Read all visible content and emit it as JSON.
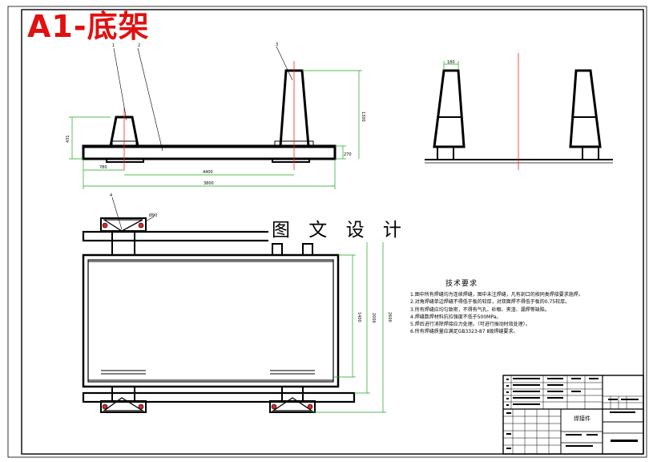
{
  "title": "A1-底架",
  "watermark": "图 文 设 计",
  "tech_requirements": {
    "heading": "技术要求",
    "items": [
      "1.图中所有焊缝均为连续焊缝，图中未注焊缝，凡有剖口的按同类焊接要求施焊。",
      "2.对角焊缝单边焊缝不得低于板的较厚，对双面焊不得低于板的0.75较厚。",
      "3.所有焊缝应均匀致密，不得有气孔、砂眼、夹渣、漏焊等缺陷。",
      "4.焊缝数焊材料抗拉强度不低于500MPa。",
      "5.焊后进行消除焊接应力处理。（可进行振动时效处理）。",
      "6.所有焊缝质量应满足GB3323-87 Ⅱ级焊缝要求。"
    ]
  },
  "part_labels": [
    "1",
    "2",
    "3",
    "4"
  ],
  "dimensions": {
    "front_left_offset": "780",
    "front_center_span": "4400",
    "front_overall_length": "3800",
    "front_small_post_height": "431",
    "front_base_height": "270",
    "front_overall_height": "1300",
    "side_top_width": "180",
    "plan_corner_callout": "Ø90",
    "plan_inner_width": "1400",
    "plan_mid_width": "2000",
    "plan_outer_width": "2600"
  },
  "title_block": {
    "drawing_name": "焊接件"
  }
}
